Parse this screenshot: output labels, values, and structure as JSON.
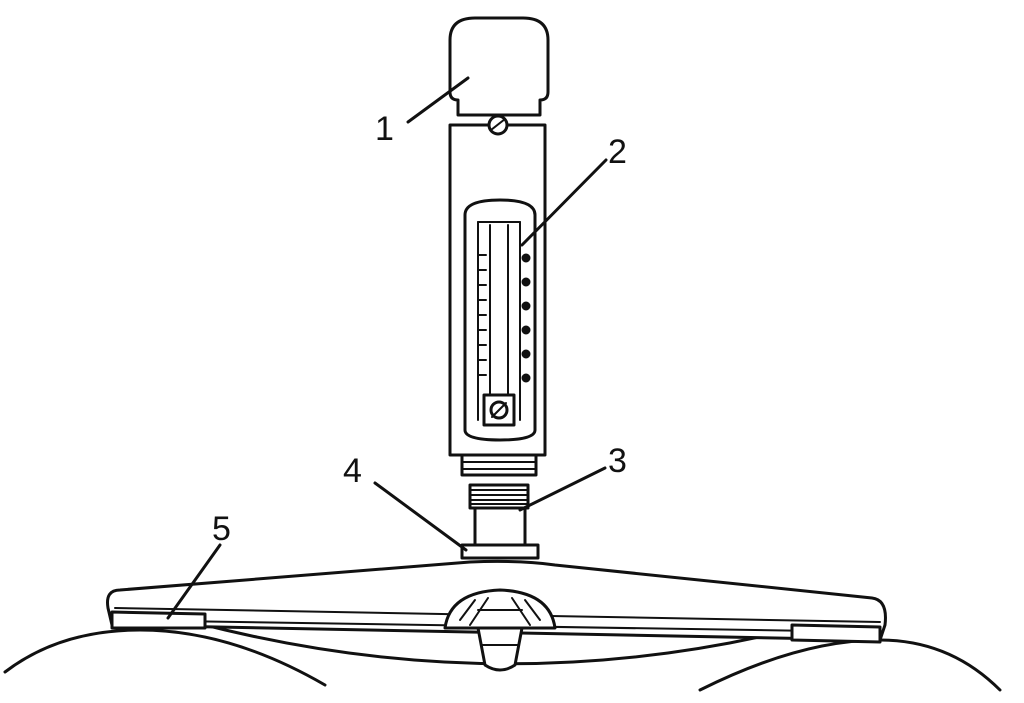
{
  "labels": [
    {
      "id": "1",
      "text": "1"
    },
    {
      "id": "2",
      "text": "2"
    },
    {
      "id": "3",
      "text": "3"
    },
    {
      "id": "4",
      "text": "4"
    },
    {
      "id": "5",
      "text": "5"
    }
  ],
  "colors": {
    "ink": "#111111",
    "background": "#ffffff"
  }
}
